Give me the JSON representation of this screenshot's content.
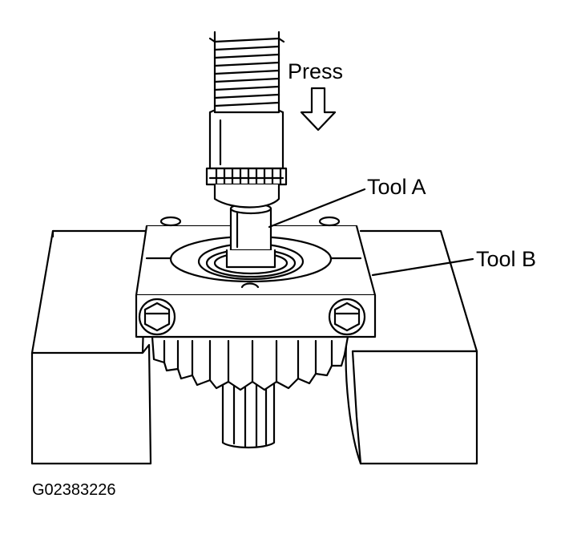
{
  "labels": {
    "press": "Press",
    "tool_a": "Tool A",
    "tool_b": "Tool B"
  },
  "figure_code": "G02383226",
  "colors": {
    "ink": "#000000",
    "paper": "#ffffff"
  }
}
